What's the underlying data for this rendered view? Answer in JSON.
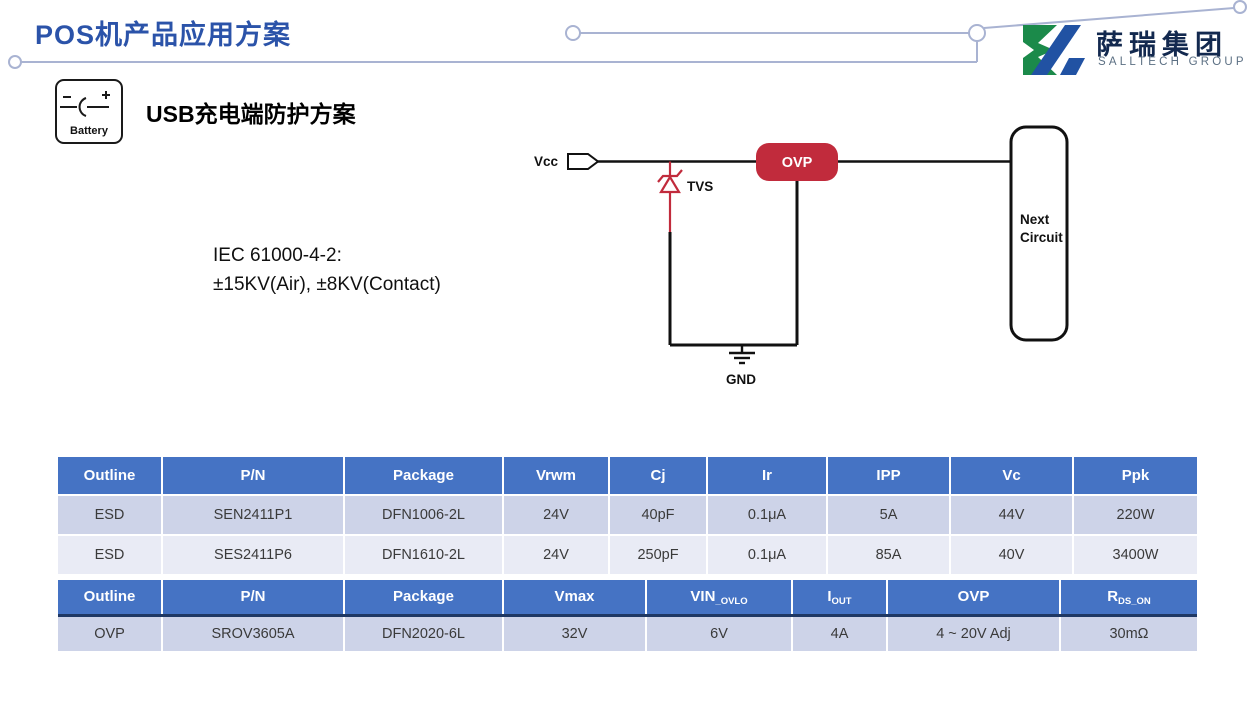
{
  "header": {
    "title": "POS机产品应用方案",
    "logo_name": "萨瑞集团",
    "logo_subname": "SALLTECH GROUP"
  },
  "section": {
    "icon_label": "Battery",
    "title_prefix": "USB",
    "title_rest": "充电端防护方案",
    "iec_line1": "IEC 61000-4-2:",
    "iec_line2": "±15KV(Air), ±8KV(Contact)"
  },
  "circuit": {
    "vcc_label": "Vcc",
    "tvs_label": "TVS",
    "ovp_label": "OVP",
    "next_line1": "Next",
    "next_line2": "Circuit",
    "gnd_label": "GND"
  },
  "colors": {
    "title_blue": "#2b53a9",
    "table_header_blue": "#4573c4",
    "row_dark": "#cdd3e8",
    "row_light": "#e9ebf5",
    "accent_red": "#c12b3c",
    "logo_green": "#1b8a4a",
    "logo_blue": "#2152a3",
    "deco_line": "#a9b3d2"
  },
  "tables": [
    {
      "headers": [
        "Outline",
        "P/N",
        "Package",
        "Vrwm",
        "Cj",
        "Ir",
        "IPP",
        "Vc",
        "Ppk"
      ],
      "rows": [
        [
          "ESD",
          "SEN2411P1",
          "DFN1006-2L",
          "24V",
          "40pF",
          "0.1μA",
          "5A",
          "44V",
          "220W"
        ],
        [
          "ESD",
          "SES2411P6",
          "DFN1610-2L",
          "24V",
          "250pF",
          "0.1μA",
          "85A",
          "40V",
          "3400W"
        ]
      ]
    },
    {
      "headers_base": [
        "Outline",
        "P/N",
        "Package",
        "Vmax",
        "VIN",
        "I",
        "OVP",
        "R"
      ],
      "headers_sub": [
        "",
        "",
        "",
        "",
        "_OVLO",
        "OUT",
        "",
        "DS_ON"
      ],
      "rows": [
        [
          "OVP",
          "SROV3605A",
          "DFN2020-6L",
          "32V",
          "6V",
          "4A",
          "4 ~ 20V Adj",
          "30mΩ"
        ]
      ]
    }
  ]
}
